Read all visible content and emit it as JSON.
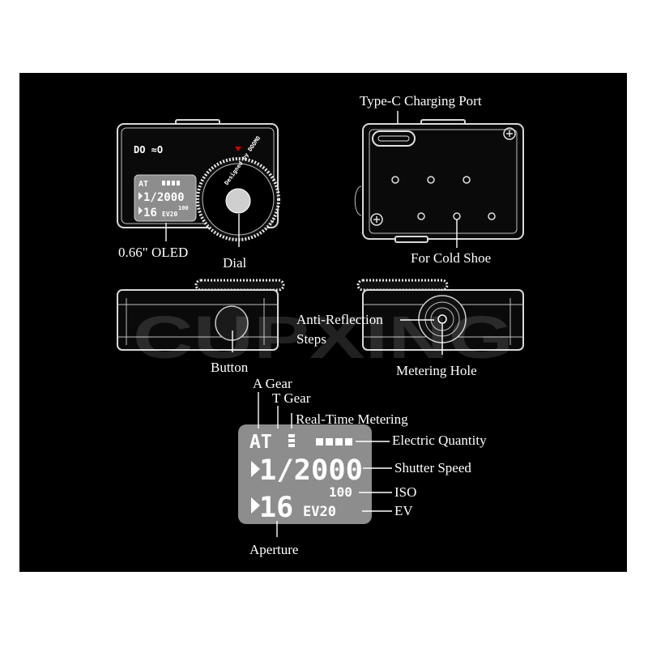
{
  "labels": {
    "type_c_port": "Type-C Charging Port",
    "oled": "0.66\" OLED",
    "dial": "Dial",
    "cold_shoe": "For Cold Shoe",
    "anti_reflection_line1": "Anti-Reflection",
    "anti_reflection_line2": "Steps",
    "button": "Button",
    "metering_hole": "Metering Hole",
    "a_gear": "A Gear",
    "t_gear": "T Gear",
    "real_time_metering": "Real-Time Metering",
    "electric_quantity": "Electric Quantity",
    "shutter_speed": "Shutter Speed",
    "iso": "ISO",
    "ev": "EV",
    "aperture": "Aperture"
  },
  "display": {
    "mode": "AT",
    "shutter": "1/2000",
    "aperture_value": "16",
    "iso_value": "100",
    "ev_value": "EV20"
  },
  "dial_text": "Designed by DOOMO",
  "logo_text": "DO ≈O",
  "watermark": "CUPXING",
  "colors": {
    "background": "#000000",
    "foreground": "#ffffff",
    "screen": "#8d8d8d",
    "indicator": "#d40000"
  }
}
